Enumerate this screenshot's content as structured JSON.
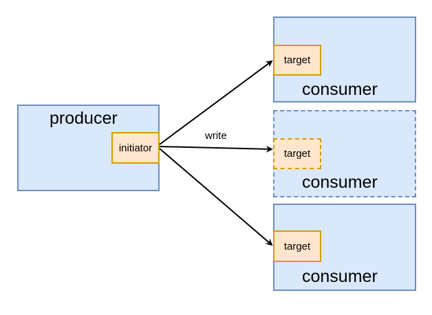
{
  "producer": {
    "title": "producer",
    "port": "initiator"
  },
  "consumers": [
    {
      "title": "consumer",
      "port": "target",
      "style": "solid"
    },
    {
      "title": "consumer",
      "port": "target",
      "style": "dashed"
    },
    {
      "title": "consumer",
      "port": "target",
      "style": "solid"
    }
  ],
  "edge_label": "write",
  "colors": {
    "box_fill": "#dae8fc",
    "box_stroke": "#6c8ebf",
    "port_fill": "#ffe6cc",
    "port_stroke": "#d79b00",
    "arrow": "#000000"
  }
}
